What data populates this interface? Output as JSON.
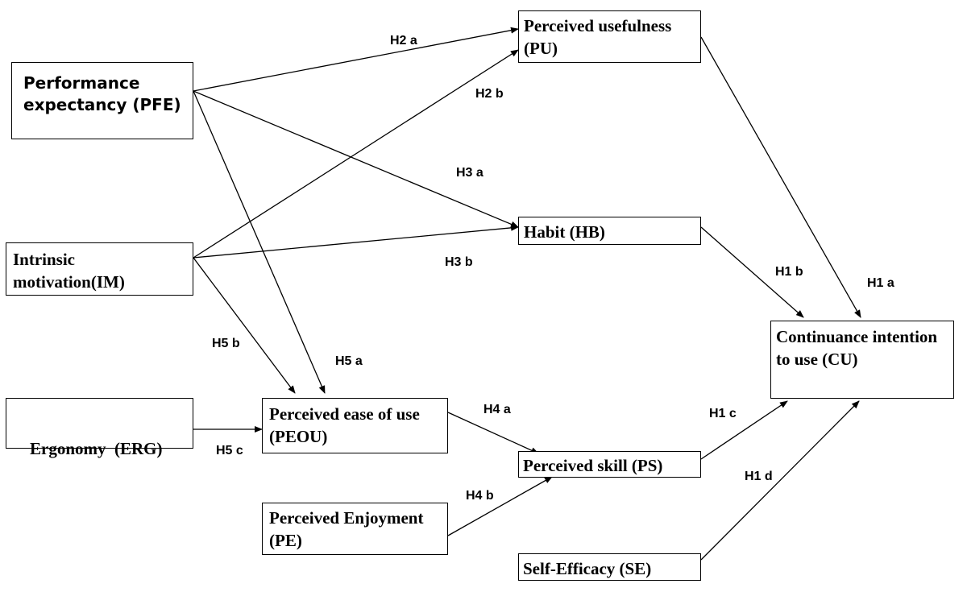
{
  "nodes": {
    "pfe": "Performance expectancy (PFE)",
    "pu": "Perceived usefulness (PU)",
    "im": "Intrinsic motivation(IM)",
    "hb": "Habit (HB)",
    "erg": "Ergonomy  (ERG)",
    "peou": "Perceived ease of use (PEOU)",
    "ps": "Perceived skill (PS)",
    "pe": "Perceived Enjoyment (PE)",
    "cu": "Continuance intention to use (CU)",
    "se": "Self-Efficacy (SE)"
  },
  "hypotheses": {
    "h2a": "H2 a",
    "h2b": "H2 b",
    "h3a": "H3 a",
    "h3b": "H3 b",
    "h5a": "H5 a",
    "h5b": "H5 b",
    "h5c": "H5 c",
    "h4a": "H4 a",
    "h4b": "H4 b",
    "h1a": "H1 a",
    "h1b": "H1 b",
    "h1c": "H1 c",
    "h1d": "H1 d"
  },
  "edges": [
    {
      "from": "Performance expectancy (PFE)",
      "to": "Perceived usefulness (PU)",
      "label": "H2 a"
    },
    {
      "from": "Intrinsic motivation(IM)",
      "to": "Perceived usefulness (PU)",
      "label": "H2 b"
    },
    {
      "from": "Performance expectancy (PFE)",
      "to": "Habit (HB)",
      "label": "H3 a"
    },
    {
      "from": "Intrinsic motivation(IM)",
      "to": "Habit (HB)",
      "label": "H3 b"
    },
    {
      "from": "Performance expectancy (PFE)",
      "to": "Perceived ease of use (PEOU)",
      "label": "H5 a"
    },
    {
      "from": "Intrinsic motivation(IM)",
      "to": "Perceived ease of use (PEOU)",
      "label": "H5 b"
    },
    {
      "from": "Ergonomy  (ERG)",
      "to": "Perceived ease of use (PEOU)",
      "label": "H5 c"
    },
    {
      "from": "Perceived ease of use (PEOU)",
      "to": "Perceived skill (PS)",
      "label": "H4 a"
    },
    {
      "from": "Perceived Enjoyment (PE)",
      "to": "Perceived skill (PS)",
      "label": "H4 b"
    },
    {
      "from": "Perceived usefulness (PU)",
      "to": "Continuance intention to use (CU)",
      "label": "H1 a"
    },
    {
      "from": "Habit (HB)",
      "to": "Continuance intention to use (CU)",
      "label": "H1 b"
    },
    {
      "from": "Perceived skill (PS)",
      "to": "Continuance intention to use (CU)",
      "label": "H1 c"
    },
    {
      "from": "Self-Efficacy (SE)",
      "to": "Continuance intention to use (CU)",
      "label": "H1 d"
    }
  ]
}
